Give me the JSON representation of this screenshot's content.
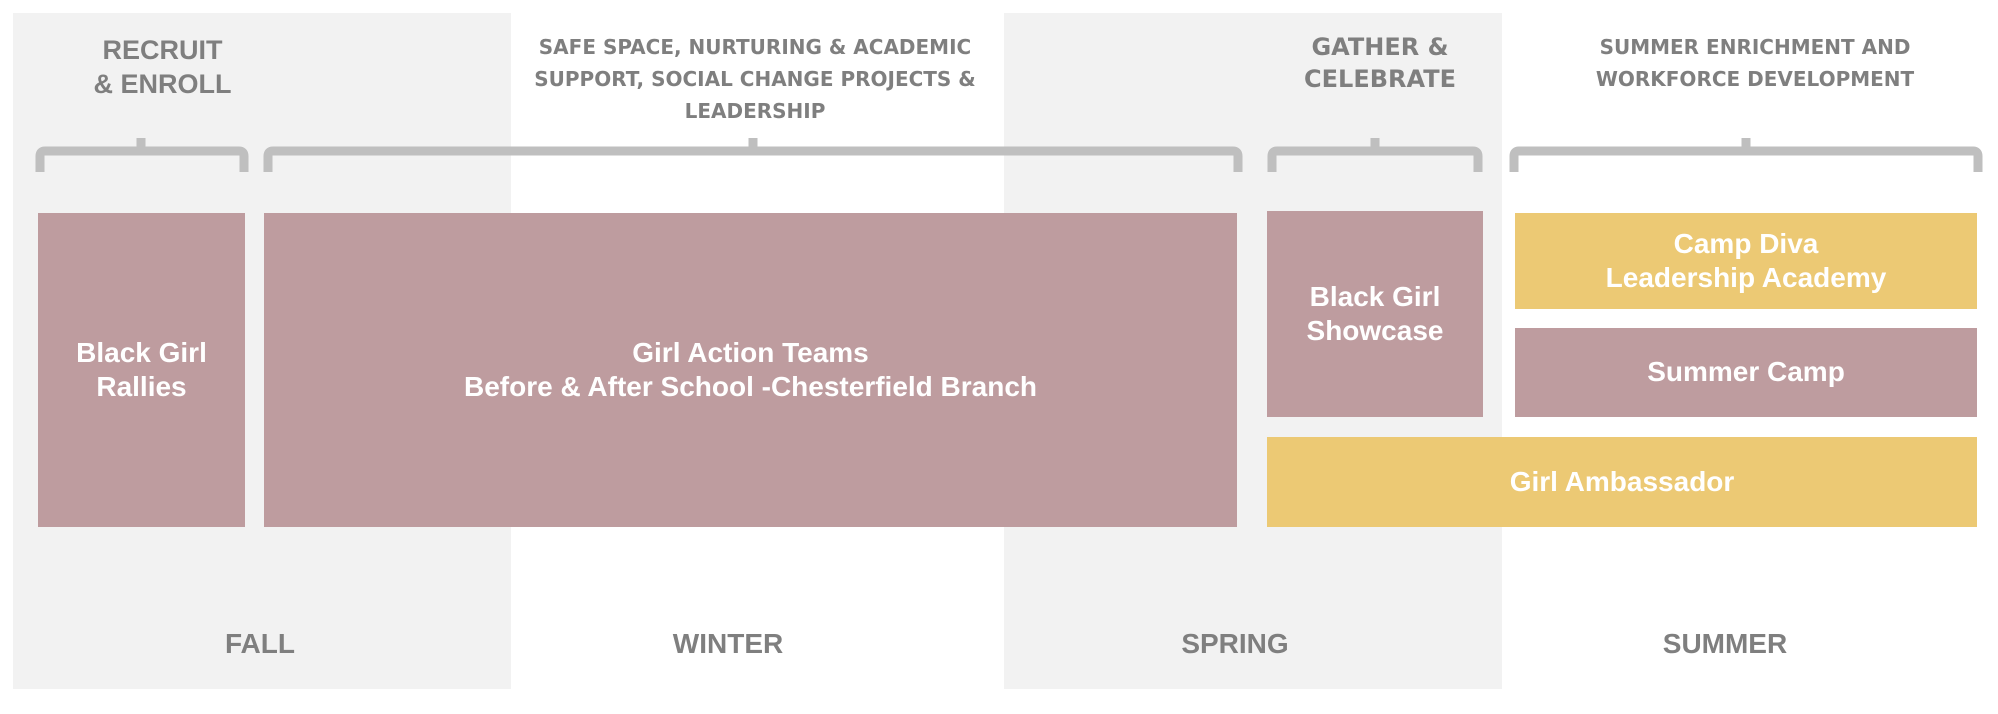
{
  "phases": {
    "recruit": [
      "RECRUIT",
      "& ENROLL"
    ],
    "safe_space": [
      "SAFE SPACE, NURTURING & ACADEMIC",
      "SUPPORT, SOCIAL CHANGE PROJECTS &",
      "LEADERSHIP"
    ],
    "gather": [
      "GATHER &",
      "CELEBRATE"
    ],
    "summer_enrichment": [
      "SUMMER ENRICHMENT AND",
      "WORKFORCE DEVELOPMENT"
    ]
  },
  "programs": {
    "black_girl_rallies": [
      "Black Girl",
      "Rallies"
    ],
    "girl_action_teams": [
      "Girl Action Teams",
      "Before & After School -Chesterfield Branch"
    ],
    "black_girl_showcase": [
      "Black Girl",
      "Showcase"
    ],
    "camp_diva": [
      "Camp Diva",
      "Leadership Academy"
    ],
    "summer_camp": "Summer Camp",
    "girl_ambassador": "Girl Ambassador"
  },
  "seasons": {
    "fall": "FALL",
    "winter": "WINTER",
    "spring": "SPRING",
    "summer": "SUMMER"
  },
  "colors": {
    "mauve": "#be9c9f",
    "gold": "#ecc974",
    "band_gray": "#f2f2f2",
    "text_gray": "#7f7f7f",
    "brace_gray": "#bfbfbf"
  }
}
